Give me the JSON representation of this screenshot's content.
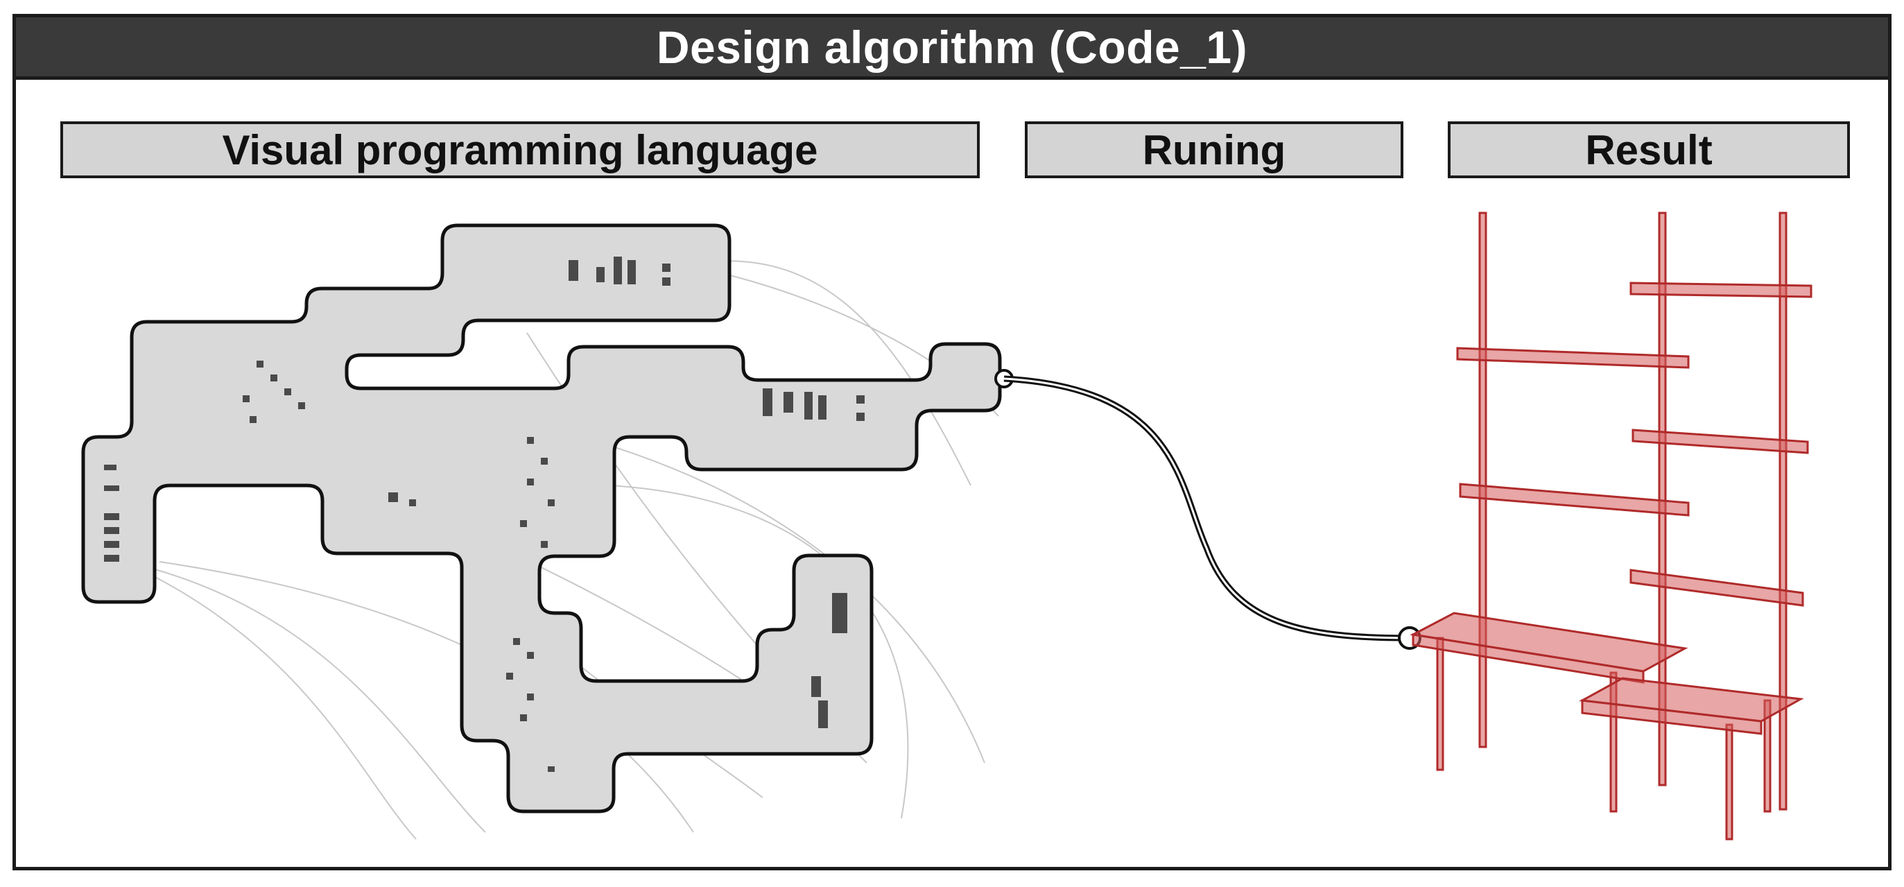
{
  "title": "Design algorithm (Code_1)",
  "sections": {
    "vpl": "Visual programming language",
    "running": "Runing",
    "result": "Result"
  },
  "colors": {
    "title_bar": "#3a3a3a",
    "label_fill": "#d4d4d4",
    "graph_fill": "#d9d9d9",
    "furniture": "#c0392b"
  }
}
